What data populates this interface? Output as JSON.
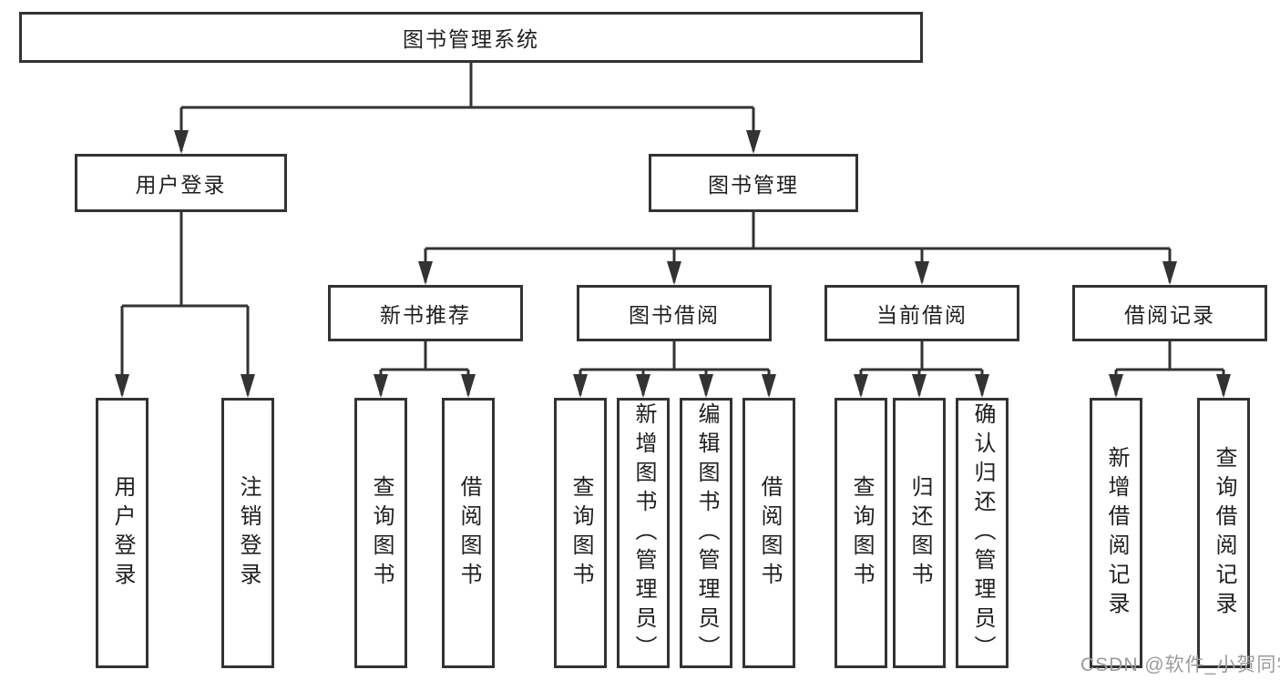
{
  "diagram": {
    "root": "图书管理系统",
    "branches": {
      "user_login": "用户登录",
      "book_management": "图书管理"
    },
    "modules": {
      "new_book_recommend": "新书推荐",
      "book_borrow": "图书借阅",
      "current_borrow": "当前借阅",
      "borrow_records": "借阅记录"
    },
    "leaves": {
      "user_login": "用户登录",
      "logout": "注销登录",
      "nbr_query_books": "查询图书",
      "nbr_borrow_books": "借阅图书",
      "bb_query_books": "查询图书",
      "bb_add_books": "新增图书（管理员）",
      "bb_edit_books": "编辑图书（管理员）",
      "bb_borrow_books": "借阅图书",
      "cb_query_books": "查询图书",
      "cb_return_books": "归还图书",
      "cb_confirm_return": "确认归还（管理员）",
      "br_add_record": "新增借阅记录",
      "br_query_record": "查询借阅记录"
    }
  },
  "watermark": "CSDN @软件_小贺同学",
  "colors": {
    "line": "#333333",
    "text": "#1f1f1f",
    "watermark": "#9b9b9b",
    "background": "#ffffff"
  }
}
